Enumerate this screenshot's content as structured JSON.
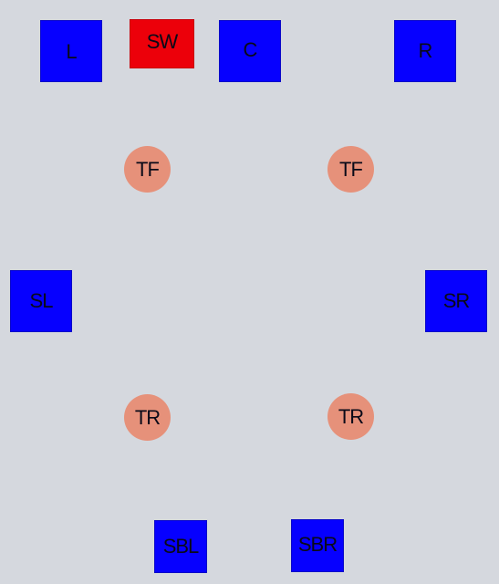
{
  "speakers": {
    "l": {
      "label": "L"
    },
    "sw": {
      "label": "SW"
    },
    "c": {
      "label": "C"
    },
    "r": {
      "label": "R"
    },
    "tfl": {
      "label": "TF"
    },
    "tfr": {
      "label": "TF"
    },
    "sl": {
      "label": "SL"
    },
    "sr": {
      "label": "SR"
    },
    "trl": {
      "label": "TR"
    },
    "trr": {
      "label": "TR"
    },
    "sbl": {
      "label": "SBL"
    },
    "sbr": {
      "label": "SBR"
    }
  },
  "colors": {
    "background": "#d5d8de",
    "main_speaker": "#0600ff",
    "subwoofer": "#ec000a",
    "height_speaker": "#e6917a",
    "label_text": "#0a0a18"
  }
}
